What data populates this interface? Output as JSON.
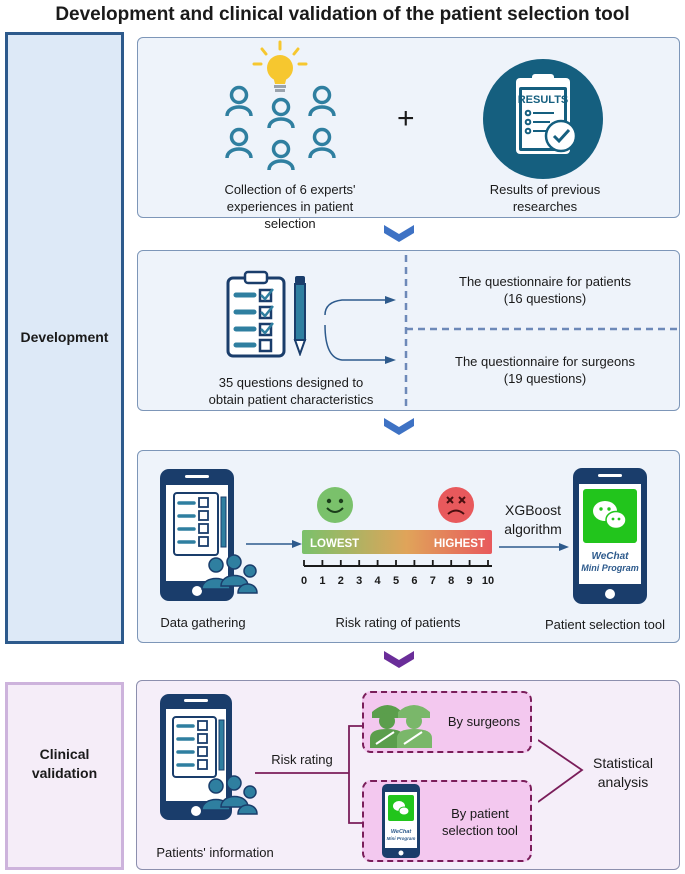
{
  "title": "Development and clinical validation of the patient selection tool",
  "sections": {
    "development": "Development",
    "clinical_validation_line1": "Clinical",
    "clinical_validation_line2": "validation"
  },
  "panel1": {
    "experts_caption_line1": "Collection of 6 experts'",
    "experts_caption_line2": "experiences in patient selection",
    "plus": "+",
    "results_badge": "RESULTS",
    "results_caption_line1": "Results of previous",
    "results_caption_line2": "researches"
  },
  "panel2": {
    "questions_caption_line1": "35 questions designed to",
    "questions_caption_line2": "obtain patient characteristics",
    "patients_q_line1": "The questionnaire for patients",
    "patients_q_line2": "(16 questions)",
    "surgeons_q_line1": "The questionnaire for surgeons",
    "surgeons_q_line2": "(19 questions)"
  },
  "panel3": {
    "data_gathering": "Data gathering",
    "lowest": "LOWEST",
    "highest": "HIGHEST",
    "scale_ticks": [
      "0",
      "1",
      "2",
      "3",
      "4",
      "5",
      "6",
      "7",
      "8",
      "9",
      "10"
    ],
    "risk_rating_caption": "Risk rating of patients",
    "xgboost_line1": "XGBoost",
    "xgboost_line2": "algorithm",
    "wechat_line1": "WeChat",
    "wechat_line2": "Mini Program",
    "tool_caption": "Patient selection tool"
  },
  "panel4": {
    "patients_info": "Patients' information",
    "risk_rating": "Risk rating",
    "by_surgeons": "By surgeons",
    "by_tool_line1": "By patient",
    "by_tool_line2": "selection tool",
    "wechat_small_line1": "WeChat",
    "wechat_small_line2": "Mini Program",
    "statistical_line1": "Statistical",
    "statistical_line2": "analysis"
  },
  "colors": {
    "navy": "#2d5a8c",
    "teal_people": "#2f7fa0",
    "chevron_blue": "#3e72c4",
    "chevron_purple": "#6a2d99",
    "lavender": "#cdb3dc",
    "wechat_green": "#22c51c",
    "bulb_yellow": "#f6c72f",
    "happy_green": "#7ac16b",
    "sad_red": "#e8595c"
  }
}
